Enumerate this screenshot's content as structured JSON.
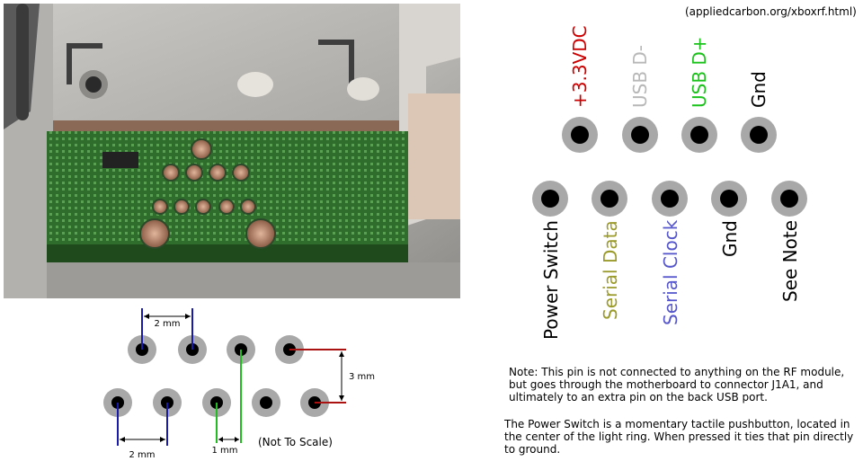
{
  "source_text": "(appliedcarbon.org/xboxrf.html)",
  "colors": {
    "pin_ring": "#a8a8a8",
    "pin_hole": "#000000",
    "red": "#cc0000",
    "gray_label": "#b8b8b8",
    "green": "#1cc21c",
    "olive": "#9a9a2a",
    "blue_label": "#5555cc",
    "dim_blue": "#1a1aaa",
    "dim_green": "#22bb22",
    "dim_red": "#aa1111"
  },
  "top_row_labels": [
    {
      "text": "+3.3VDC",
      "color": "#cc0000"
    },
    {
      "text": "USB D-",
      "color": "#b8b8b8"
    },
    {
      "text": "USB D+",
      "color": "#1cc21c"
    },
    {
      "text": "Gnd",
      "color": "#000000"
    }
  ],
  "bottom_row_labels": [
    {
      "text": "Power Switch",
      "color": "#000000"
    },
    {
      "text": "Serial Data",
      "color": "#9a9a2a"
    },
    {
      "text": "Serial Clock",
      "color": "#5555cc"
    },
    {
      "text": "Gnd",
      "color": "#000000"
    },
    {
      "text": "See Note",
      "color": "#000000"
    }
  ],
  "dimensions": {
    "top_pitch": "2 mm",
    "row_spacing": "3 mm",
    "bottom_pitch": "2 mm",
    "offset": "1 mm",
    "scale_note": "(Not To Scale)"
  },
  "notes": {
    "note1": "Note: This pin is not connected to anything on the RF module, but goes through the motherboard to connector J1A1, and ultimately to an extra pin on the back USB port.",
    "note2": "The Power Switch is a momentary tactile pushbutton, located in the center of the light ring. When pressed it ties that pin directly to ground."
  }
}
